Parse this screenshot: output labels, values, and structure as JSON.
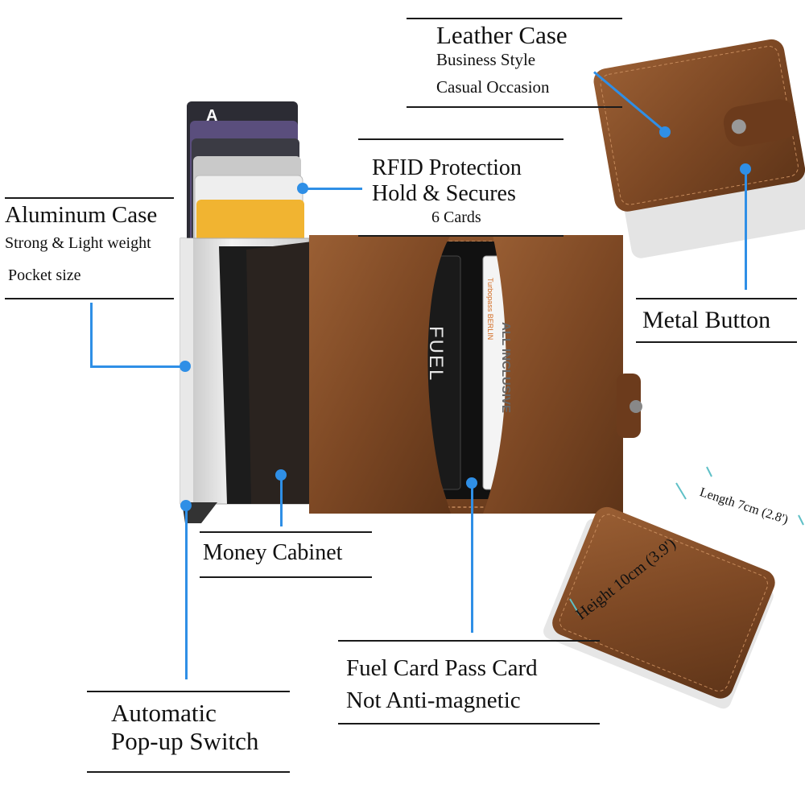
{
  "leather_case": {
    "title": "Leather Case",
    "line1": "Business Style",
    "line2": "Casual Occasion"
  },
  "rfid": {
    "line1": "RFID Protection",
    "line2": "Hold & Secures",
    "line3": "6 Cards"
  },
  "aluminum_case": {
    "title": "Aluminum Case",
    "line1": "Strong & Light weight",
    "line2": "Pocket size"
  },
  "metal_button": {
    "title": "Metal Button"
  },
  "money_cabinet": {
    "title": "Money Cabinet"
  },
  "fuel_card": {
    "line1": "Fuel Card  Pass Card",
    "line2": "Not Anti-magnetic"
  },
  "popup_switch": {
    "line1": "Automatic",
    "line2": "Pop-up Switch"
  },
  "dimensions": {
    "length": "Length 7cm (2.8')",
    "height": "Height  10cm (3.9')"
  },
  "card_print": {
    "fuel": "FUEL",
    "turbopass": "Turbopass BERLIN",
    "all_inclusive": "ALL INCLUSIVE"
  },
  "colors": {
    "leather": "#7a4522",
    "accent": "#2f8fe6",
    "aluminum": "#dcdcdc"
  }
}
